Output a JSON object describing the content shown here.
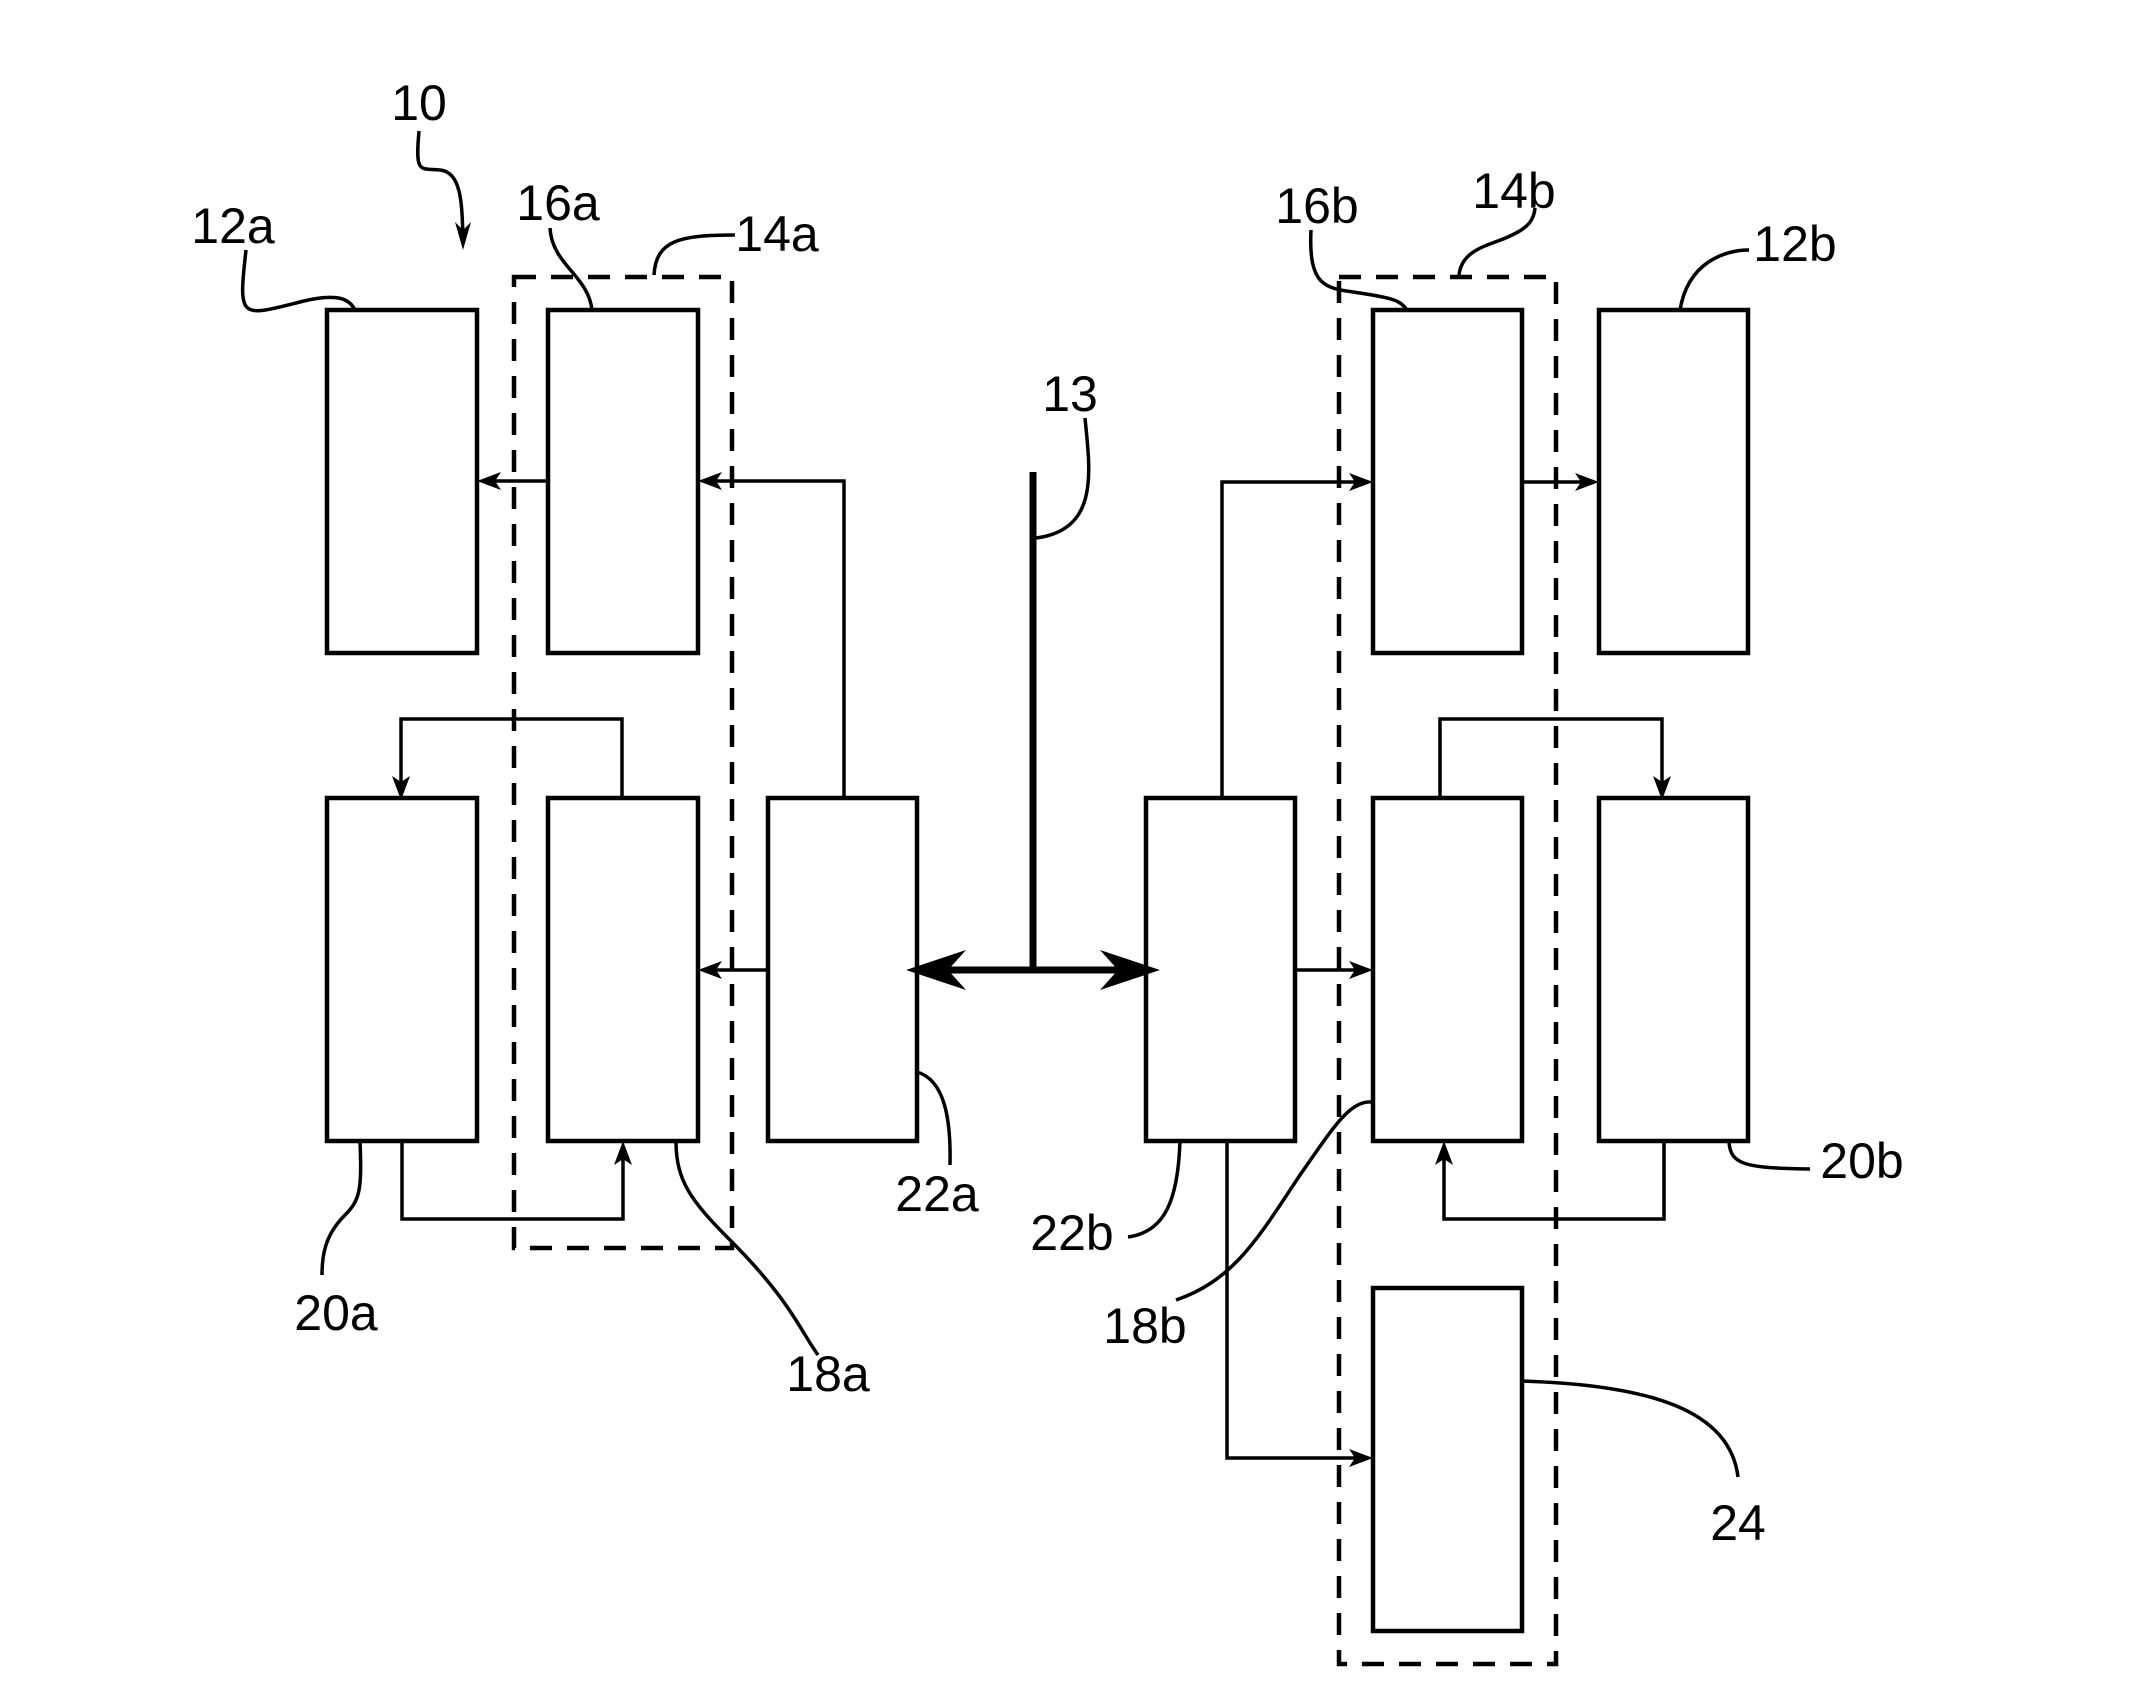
{
  "figure": {
    "type": "block-diagram",
    "style": "patent line drawing",
    "colors": {
      "ink": "#000000",
      "background": "#ffffff"
    },
    "reference_numerals": {
      "system": "10",
      "component_12a": "12a",
      "component_12b": "12b",
      "bus": "13",
      "group_14a": "14a",
      "group_14b": "14b",
      "component_16a": "16a",
      "component_16b": "16b",
      "component_18a": "18a",
      "component_18b": "18b",
      "component_20a": "20a",
      "component_20b": "20b",
      "component_22a": "22a",
      "component_22b": "22b",
      "component_24": "24"
    },
    "blocks": [
      {
        "id": "12a",
        "group": null
      },
      {
        "id": "16a",
        "group": "14a"
      },
      {
        "id": "20a",
        "group": null
      },
      {
        "id": "18a",
        "group": "14a"
      },
      {
        "id": "22a",
        "group": null
      },
      {
        "id": "22b",
        "group": null
      },
      {
        "id": "16b",
        "group": "14b"
      },
      {
        "id": "12b",
        "group": null
      },
      {
        "id": "18b",
        "group": "14b"
      },
      {
        "id": "20b",
        "group": null
      },
      {
        "id": "24",
        "group": "14b"
      }
    ],
    "groups": [
      {
        "id": "14a",
        "members": [
          "16a",
          "18a"
        ],
        "outline": "dashed"
      },
      {
        "id": "14b",
        "members": [
          "16b",
          "18b",
          "24"
        ],
        "outline": "dashed"
      }
    ],
    "connections": [
      {
        "from": "22a",
        "to": "16a",
        "direction": "one-way"
      },
      {
        "from": "16a",
        "to": "12a",
        "direction": "one-way"
      },
      {
        "from": "22a",
        "to": "18a",
        "direction": "one-way"
      },
      {
        "from": "18a",
        "to": "20a",
        "direction": "one-way"
      },
      {
        "from": "20a",
        "to": "18a",
        "direction": "one-way"
      },
      {
        "from": "13",
        "to": "22a",
        "direction": "one-way",
        "weight": "bold"
      },
      {
        "from": "13",
        "to": "22b",
        "direction": "one-way",
        "weight": "bold"
      },
      {
        "from": "22b",
        "to": "16b",
        "direction": "one-way"
      },
      {
        "from": "16b",
        "to": "12b",
        "direction": "one-way"
      },
      {
        "from": "22b",
        "to": "18b",
        "direction": "one-way"
      },
      {
        "from": "18b",
        "to": "20b",
        "direction": "one-way"
      },
      {
        "from": "20b",
        "to": "18b",
        "direction": "one-way"
      },
      {
        "from": "22b",
        "to": "24",
        "direction": "one-way"
      }
    ]
  }
}
